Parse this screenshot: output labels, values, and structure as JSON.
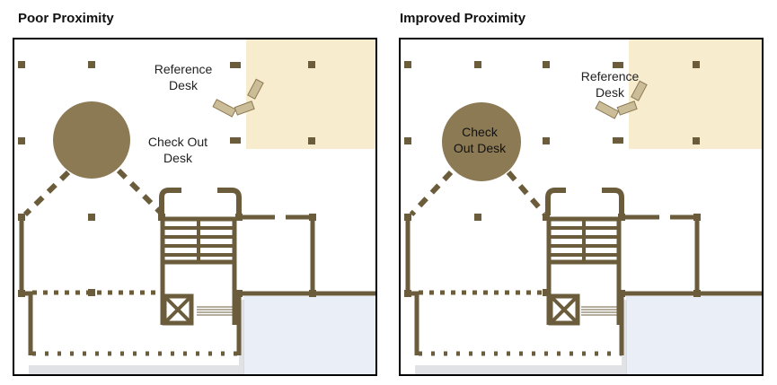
{
  "panels": {
    "left": {
      "title": "Poor Proximity",
      "reference_desk_label": [
        "Reference",
        "Desk"
      ],
      "checkout_desk_label": [
        "Check Out",
        "Desk"
      ]
    },
    "right": {
      "title": "Improved Proximity",
      "reference_desk_label": [
        "Reference",
        "Desk"
      ],
      "checkout_desk_label": [
        "Check",
        "Out Desk"
      ]
    }
  },
  "colors": {
    "structure": "#6b5c3c",
    "desk": "#8c7a55",
    "reference_area": "#f8ecce",
    "lower_wing_shadow": "#e9eef7",
    "reference_desk_fill": "#cbbd97"
  }
}
